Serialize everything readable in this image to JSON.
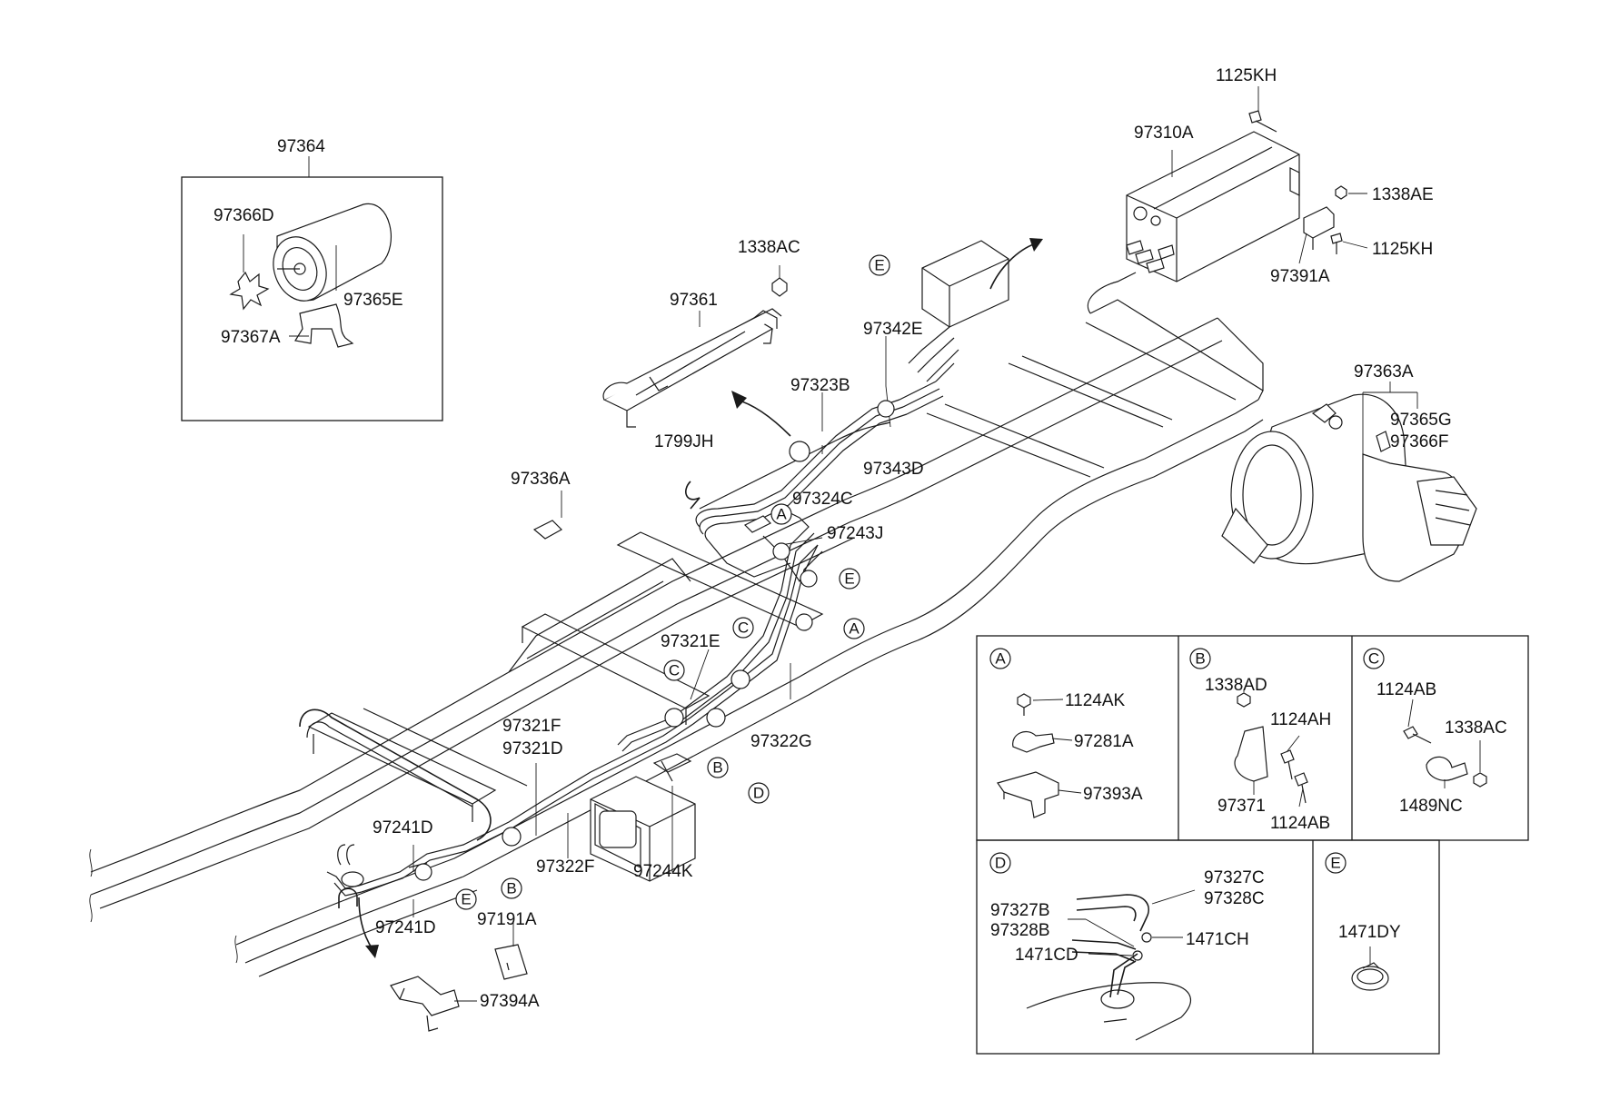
{
  "labels": {
    "p97364": "97364",
    "p97366D": "97366D",
    "p97365E": "97365E",
    "p97367A": "97367A",
    "p1338AC_top": "1338AC",
    "p97361": "97361",
    "p97342E": "97342E",
    "p97323B": "97323B",
    "p1799JH": "1799JH",
    "p97343D": "97343D",
    "p97324C": "97324C",
    "p97336A": "97336A",
    "p97243J": "97243J",
    "p97321E": "97321E",
    "p97322G": "97322G",
    "p97321F": "97321F",
    "p97321D": "97321D",
    "p97241D_top": "97241D",
    "p97241D_bot": "97241D",
    "p97322F": "97322F",
    "p97244K": "97244K",
    "p97191A": "97191A",
    "p97394A": "97394A",
    "p1125KH_top": "1125KH",
    "p97310A": "97310A",
    "p1338AE": "1338AE",
    "p1125KH_side": "1125KH",
    "p97391A": "97391A",
    "p97363A": "97363A",
    "p97365G": "97365G",
    "p97366F": "97366F",
    "dA_1124AK": "1124AK",
    "dA_97281A": "97281A",
    "dA_97393A": "97393A",
    "dB_1338AD": "1338AD",
    "dB_1124AH": "1124AH",
    "dB_97371": "97371",
    "dB_1124AB": "1124AB",
    "dC_1124AB": "1124AB",
    "dC_1338AC": "1338AC",
    "dC_1489NC": "1489NC",
    "dD_97327C": "97327C",
    "dD_97328C": "97328C",
    "dD_97327B": "97327B",
    "dD_97328B": "97328B",
    "dD_1471CH": "1471CH",
    "dD_1471CD": "1471CD",
    "dE_1471DY": "1471DY"
  },
  "markers": {
    "A": "A",
    "B": "B",
    "C": "C",
    "D": "D",
    "E": "E"
  }
}
